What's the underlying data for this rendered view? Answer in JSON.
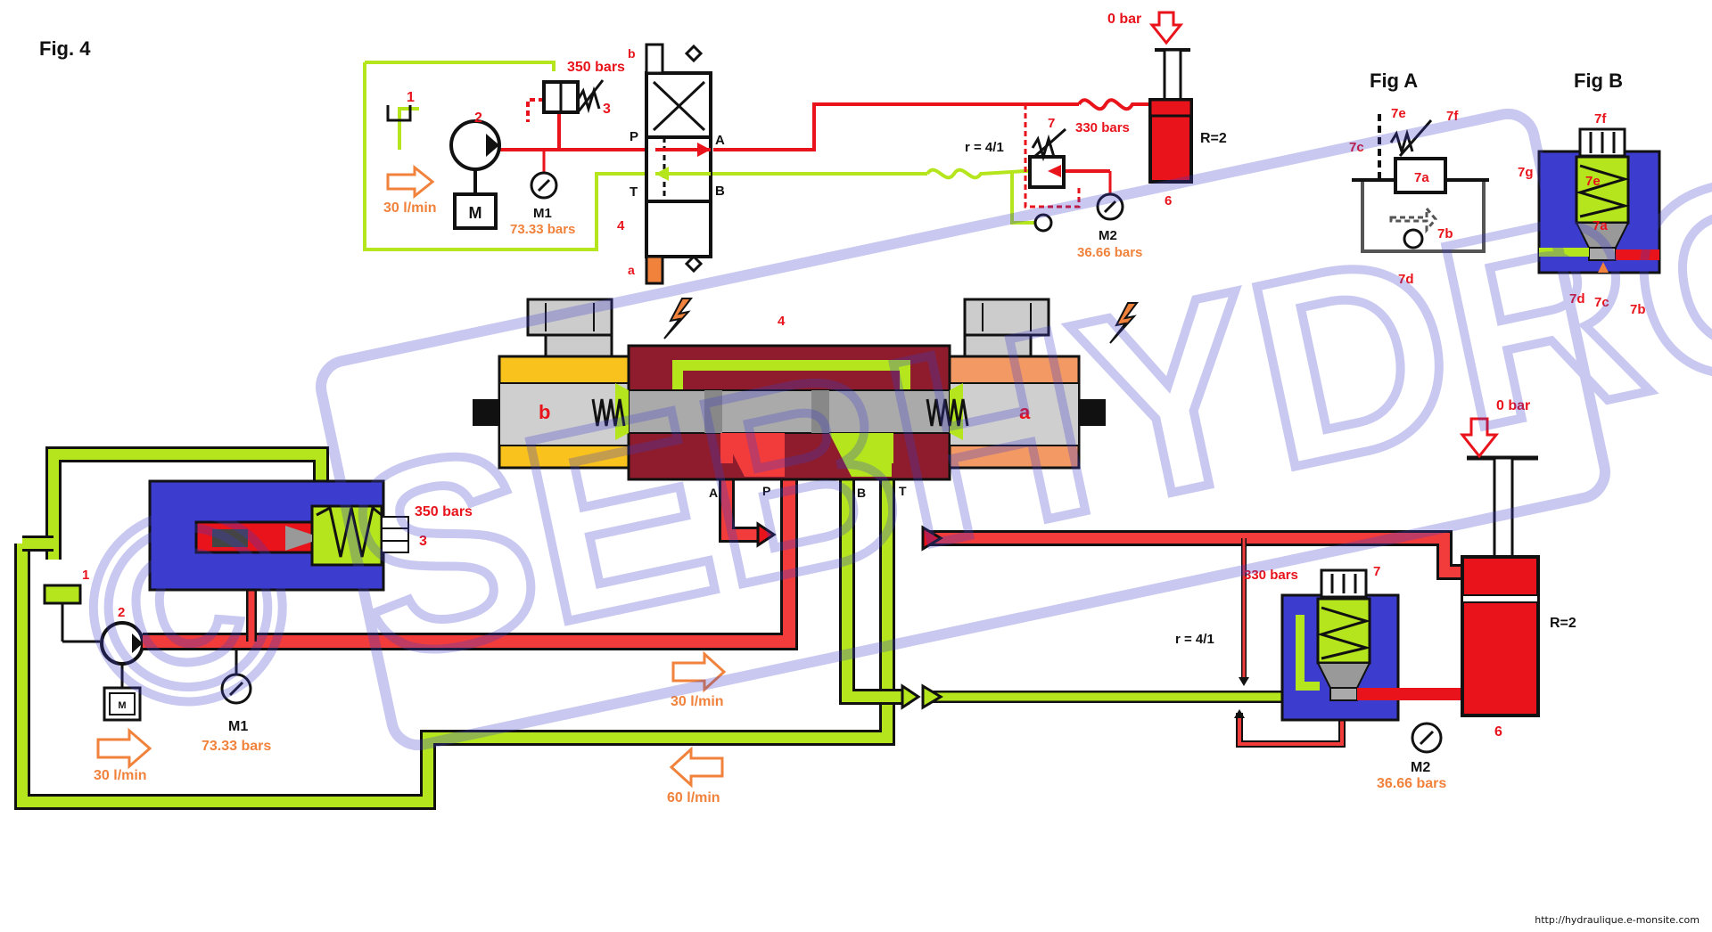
{
  "fig_title": "Fig. 4",
  "fig_a": {
    "title": "Fig A",
    "labels": [
      "7e",
      "7f",
      "7c",
      "7a",
      "7b",
      "7d"
    ]
  },
  "fig_b": {
    "title": "Fig B",
    "labels": [
      "7f",
      "7g",
      "7e",
      "7a",
      "7d",
      "7c",
      "7b"
    ]
  },
  "watermark": "© SEBHYDRO",
  "footer": "http://hydraulique.e-monsite.com",
  "symbol": {
    "tank": "1",
    "pump": "2",
    "relief": "3",
    "relief_pressure": "350 bars",
    "valve": "4",
    "valve_b": "b",
    "valve_a": "a",
    "port_p": "P",
    "port_a": "A",
    "port_t": "T",
    "port_b": "B",
    "flow": "30 l/min",
    "m1": "M1",
    "m1_pressure": "73.33 bars",
    "m2": "M2",
    "m2_pressure": "36.66 bars",
    "cyl_ratio": "R=2",
    "cyl_num": "6",
    "cyl_load": "0 bar",
    "cb_num": "7",
    "cb_ratio": "r = 4/1",
    "cb_pressure": "330 bars"
  },
  "cutaway": {
    "valve_num": "4",
    "sol_b": "b",
    "sol_a": "a",
    "port_a": "A",
    "port_p": "P",
    "port_b": "B",
    "port_t": "T",
    "relief_pressure": "350 bars",
    "relief_num": "3",
    "tank_num": "1",
    "pump_num": "2",
    "motor": "M",
    "m1": "M1",
    "m1_pressure": "73.33 bars",
    "flow_pump": "30 l/min",
    "flow_pressure": "30 l/min",
    "flow_return": "60 l/min",
    "cb_pressure": "330 bars",
    "cb_num": "7",
    "cb_ratio": "r = 4/1",
    "cyl_load": "0 bar",
    "cyl_ratio": "R=2",
    "cyl_num": "6",
    "m2": "M2",
    "m2_pressure": "36.66 bars"
  }
}
